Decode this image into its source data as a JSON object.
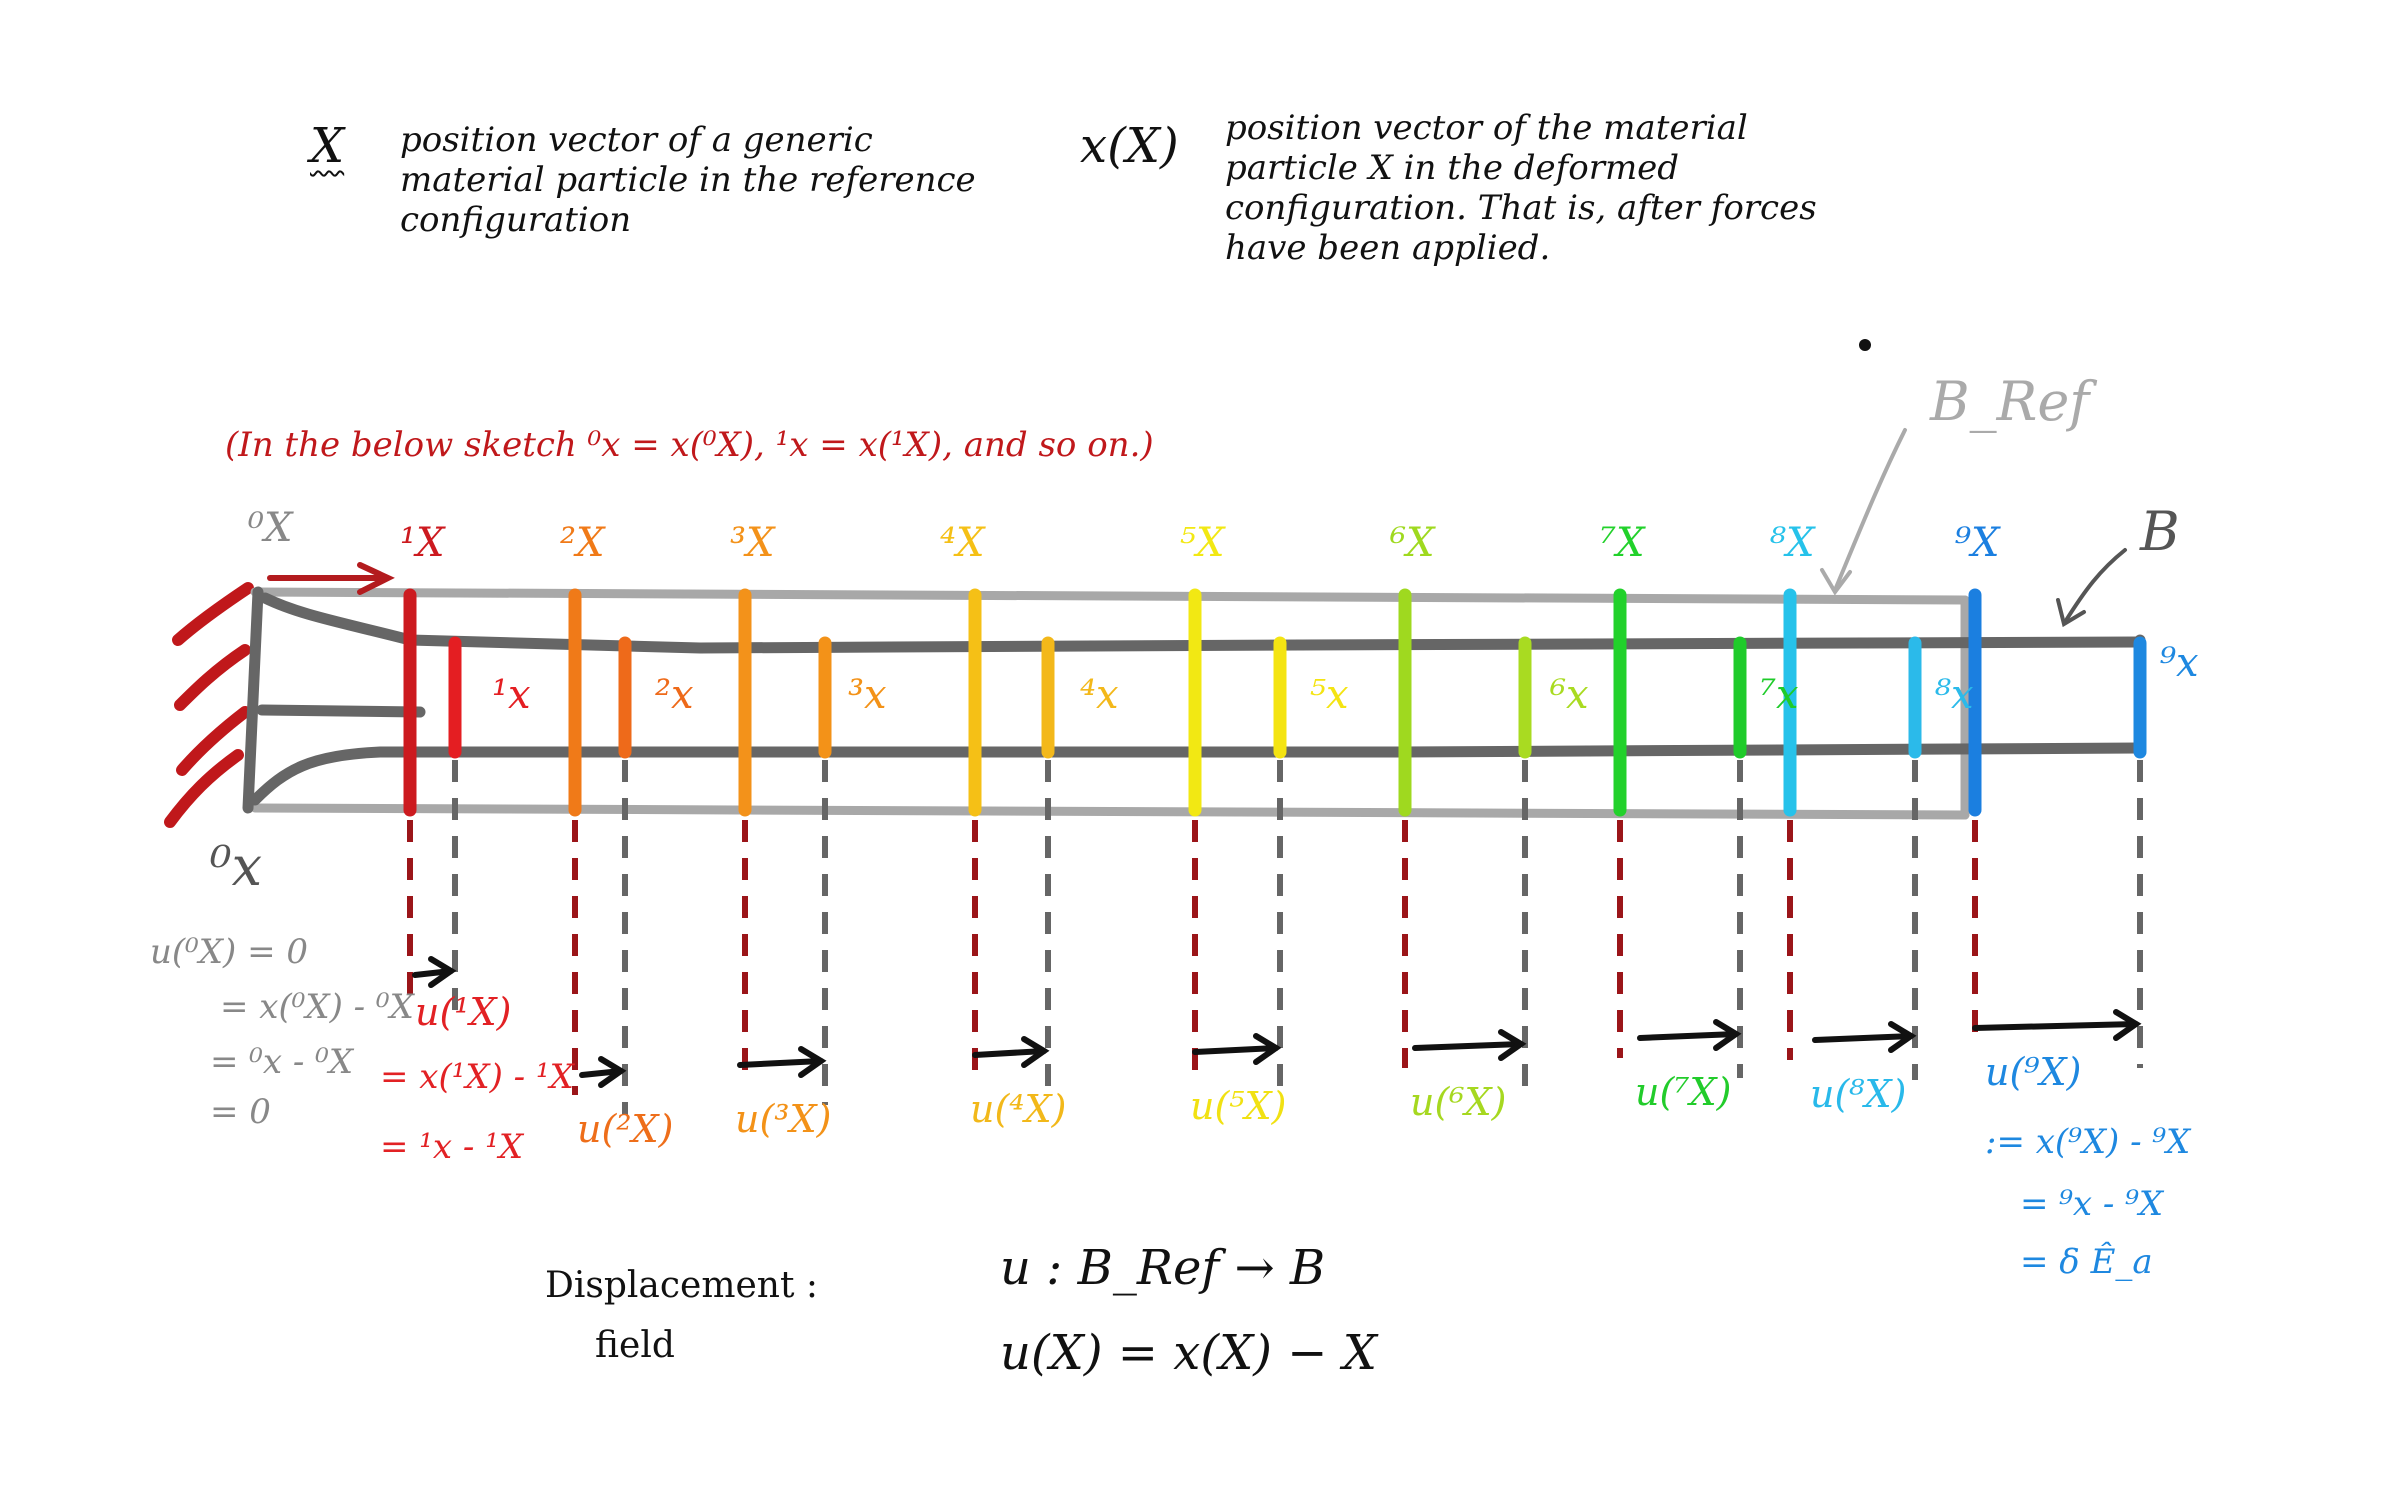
{
  "definitions": {
    "X_symbol": "X",
    "X_text": "position vector of a generic\nmaterial particle in the reference\nconfiguration",
    "x_symbol": "x(X)",
    "x_text": "position vector of the material\nparticle X in the deformed\nconfiguration. That is, after forces\nhave been applied."
  },
  "note": "(In the below sketch ⁰x = x(⁰X), ¹x = x(¹X), and so on.)",
  "labels": {
    "B_ref": "B_Ref",
    "B": "B",
    "origin_x": "⁰x"
  },
  "reference_sections": [
    {
      "label": "⁰X",
      "color": "#888888"
    },
    {
      "label": "¹X",
      "color": "#cc1a1f"
    },
    {
      "label": "²X",
      "color": "#f07a18"
    },
    {
      "label": "³X",
      "color": "#f3921a"
    },
    {
      "label": "⁴X",
      "color": "#f5c016"
    },
    {
      "label": "⁵X",
      "color": "#f2e813"
    },
    {
      "label": "⁶X",
      "color": "#9fd91f"
    },
    {
      "label": "⁷X",
      "color": "#22d12b"
    },
    {
      "label": "⁸X",
      "color": "#26c2ea"
    },
    {
      "label": "⁹X",
      "color": "#1b7fe0"
    }
  ],
  "deformed_sections": [
    {
      "label": "¹x",
      "color": "#e41e22"
    },
    {
      "label": "²x",
      "color": "#ee6a1a"
    },
    {
      "label": "³x",
      "color": "#f39218"
    },
    {
      "label": "⁴x",
      "color": "#f3b81a"
    },
    {
      "label": "⁵x",
      "color": "#f4e412"
    },
    {
      "label": "⁶x",
      "color": "#a9db21"
    },
    {
      "label": "⁷x",
      "color": "#1fcb2a"
    },
    {
      "label": "⁸x",
      "color": "#2bbaea"
    },
    {
      "label": "⁹x",
      "color": "#1e88e0"
    }
  ],
  "displacements": [
    {
      "label": "u(¹X)",
      "color": "#e22124"
    },
    {
      "label": "u(²X)",
      "color": "#ee6e1a"
    },
    {
      "label": "u(³X)",
      "color": "#f39218"
    },
    {
      "label": "u(⁴X)",
      "color": "#f2b81a"
    },
    {
      "label": "u(⁵X)",
      "color": "#f1e112"
    },
    {
      "label": "u(⁶X)",
      "color": "#a6d820"
    },
    {
      "label": "u(⁷X)",
      "color": "#22cc2b"
    },
    {
      "label": "u(⁸X)",
      "color": "#29b9ea"
    },
    {
      "label": "u(⁹X)",
      "color": "#1e88e0"
    }
  ],
  "eq_origin": [
    "u(⁰X) = 0",
    "= x(⁰X) - ⁰X",
    "= ⁰x - ⁰X",
    "= 0"
  ],
  "eq_section1": [
    "= x(¹X) - ¹X",
    "= ¹x - ¹X"
  ],
  "eq_section9": [
    ":= x(⁹X) - ⁹X",
    "= ⁹x - ⁹X",
    "= δ Ê_a"
  ],
  "displacement_field": {
    "title_line1": "Displacement :",
    "title_line2": "field",
    "map": "u : B_Ref → B",
    "formula": "u(X) = x(X) − X"
  },
  "colors": {
    "ref_body": "#a8a8a8",
    "def_body": "#666666",
    "arrow": "#111111",
    "red_text": "#c0181b",
    "ref_dash": "#9b1519",
    "def_dash": "#666666"
  }
}
